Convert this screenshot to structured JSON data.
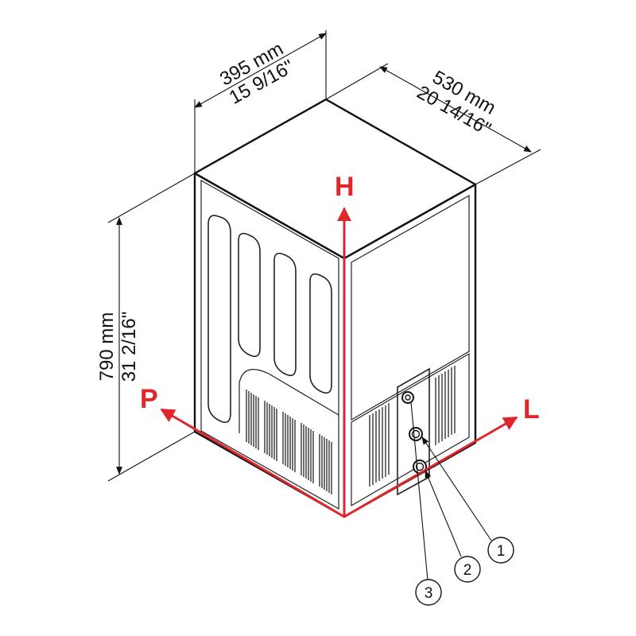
{
  "dimensions": {
    "width": {
      "metric": "395 mm",
      "imperial": "15 9/16\""
    },
    "depth": {
      "metric": "530 mm",
      "imperial": "20 14/16\""
    },
    "height": {
      "metric": "790 mm",
      "imperial": "31 2/16\""
    }
  },
  "axes": {
    "h": "H",
    "p": "P",
    "l": "L"
  },
  "callouts": [
    "1",
    "2",
    "3"
  ],
  "colors": {
    "axis": "#e0262b",
    "line": "#111111",
    "background": "#ffffff"
  }
}
